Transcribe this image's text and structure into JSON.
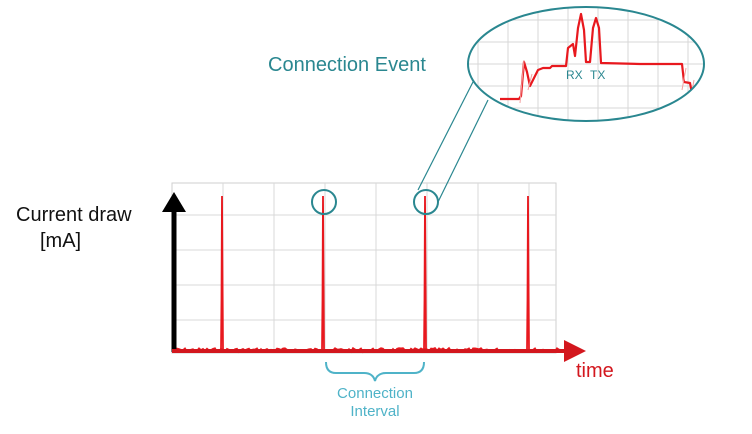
{
  "title": "Connection Event",
  "y_axis_label": [
    "Current draw",
    "[mA]"
  ],
  "x_axis_label": "time",
  "zoom_labels": {
    "rx": "RX",
    "tx": "TX"
  },
  "interval_label": [
    "Connection",
    "Interval"
  ],
  "colors": {
    "signal": "#e8181e",
    "axis_y": "#000000",
    "axis_x": "#d3171e",
    "teal": "#2a8790",
    "interval_teal": "#4fb3c8",
    "grid": "#d7d7d7"
  }
}
